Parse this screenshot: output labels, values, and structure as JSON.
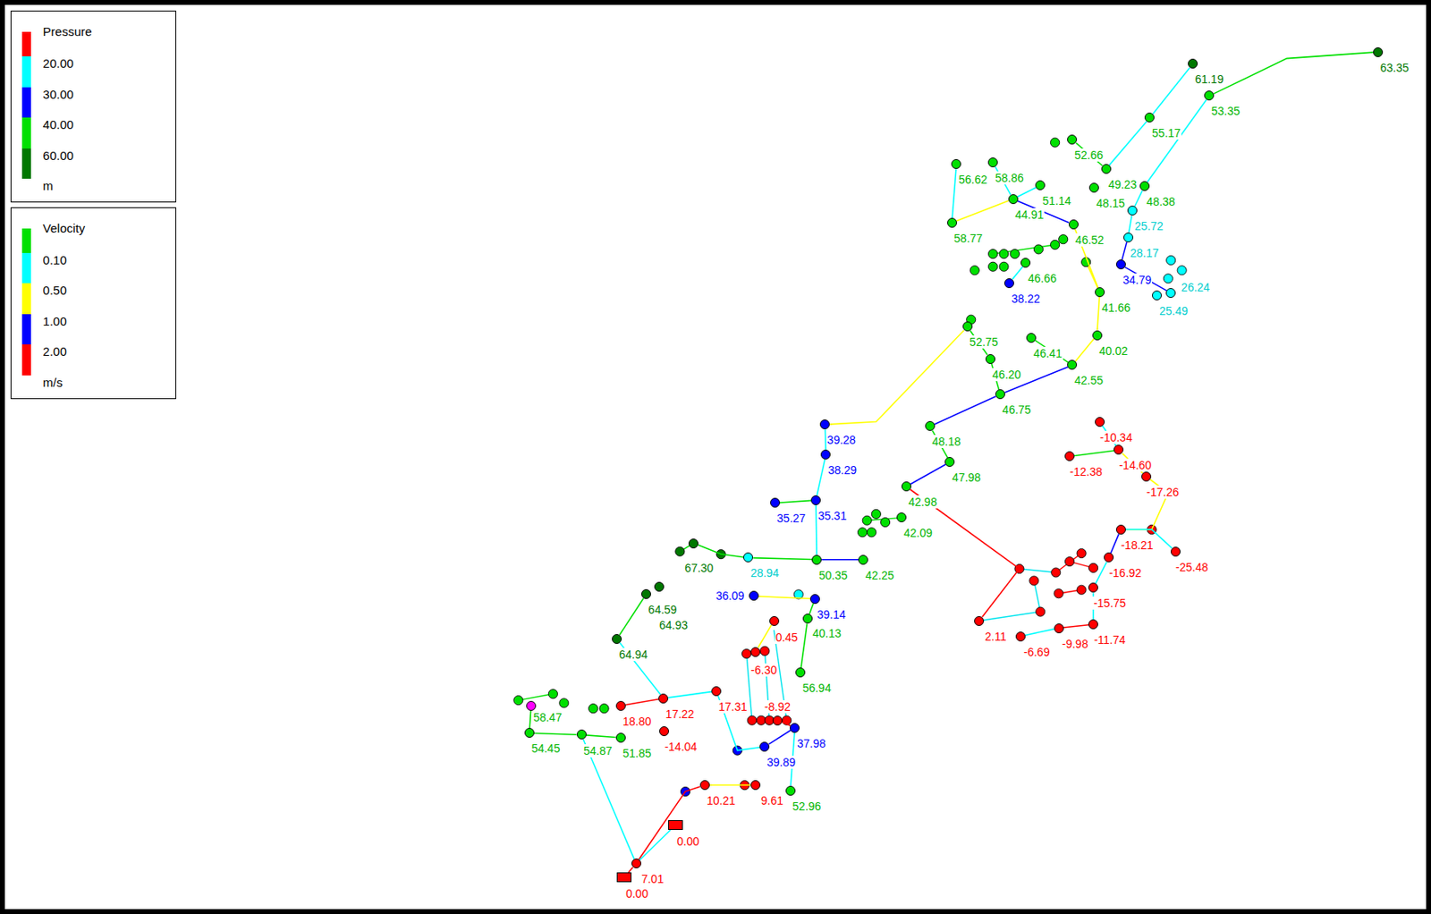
{
  "diagram": {
    "nodes": [
      {
        "text": [
          "63.35"
        ]
      },
      {
        "text": [
          "61.19"
        ]
      },
      {
        "text": [
          "53.35"
        ]
      },
      {
        "text": [
          "55.17"
        ]
      },
      {
        "text": [
          "52.66"
        ]
      },
      {
        "text": [
          "56.62"
        ]
      },
      {
        "text": [
          "58.86"
        ]
      },
      {
        "text": [
          "49.23"
        ]
      },
      {
        "text": [
          "51.14"
        ]
      },
      {
        "text": [
          "48.38"
        ]
      },
      {
        "text": [
          "48.15"
        ]
      },
      {
        "text": [
          "44.91"
        ]
      },
      {
        "text": [
          "25.72"
        ]
      },
      {
        "text": [
          "58.77"
        ]
      },
      {
        "text": [
          "46.52"
        ]
      },
      {
        "text": [
          "28.17"
        ]
      },
      {
        "text": [
          "46.66"
        ]
      },
      {
        "text": [
          "34.79"
        ]
      },
      {
        "text": [
          "38.22"
        ]
      },
      {
        "text": [
          "26.24"
        ]
      },
      {
        "text": [
          "41.66"
        ]
      },
      {
        "text": [
          "25.49"
        ]
      },
      {
        "text": [
          "52.75"
        ]
      },
      {
        "text": [
          "46.41"
        ]
      },
      {
        "text": [
          "40.02"
        ]
      },
      {
        "text": [
          "46.20"
        ]
      },
      {
        "text": [
          "42.55"
        ]
      },
      {
        "text": [
          "46.75"
        ]
      },
      {
        "text": [
          "-10.34"
        ]
      },
      {
        "text": [
          "39.28"
        ]
      },
      {
        "text": [
          "48.18"
        ]
      },
      {
        "text": [
          "-14.60"
        ]
      },
      {
        "text": [
          "38.29"
        ]
      },
      {
        "text": [
          "-12.38"
        ]
      },
      {
        "text": [
          "47.98"
        ]
      },
      {
        "text": [
          "-17.26"
        ]
      },
      {
        "text": [
          "42.98"
        ]
      },
      {
        "text": [
          "35.31"
        ]
      },
      {
        "text": [
          "35.27"
        ]
      },
      {
        "text": [
          "42.09"
        ]
      },
      {
        "text": [
          "-18.21"
        ]
      },
      {
        "text": [
          "67.30"
        ]
      },
      {
        "text": [
          "-25.48"
        ]
      },
      {
        "text": [
          "-16.92"
        ]
      },
      {
        "text": [
          "28.94"
        ]
      },
      {
        "text": [
          "50.35"
        ]
      },
      {
        "text": [
          "42.25"
        ]
      },
      {
        "text": [
          "2.11"
        ]
      },
      {
        "text": [
          "64.59"
        ]
      },
      {
        "text": [
          "-15.75"
        ]
      },
      {
        "text": [
          "36.09"
        ]
      },
      {
        "text": [
          "39.14"
        ]
      },
      {
        "text": [
          "64.93"
        ]
      },
      {
        "text": [
          "40.13"
        ]
      },
      {
        "text": [
          "0.45"
        ]
      },
      {
        "text": [
          "-11.74"
        ]
      },
      {
        "text": [
          "-9.98"
        ]
      },
      {
        "text": [
          "-6.69"
        ]
      },
      {
        "text": [
          "64.94"
        ]
      },
      {
        "text": [
          "-6.30"
        ]
      },
      {
        "text": [
          "56.94"
        ]
      },
      {
        "text": [
          "17.31"
        ]
      },
      {
        "text": [
          "17.22"
        ]
      },
      {
        "text": [
          "58.47"
        ]
      },
      {
        "text": [
          "18.80"
        ]
      },
      {
        "text": [
          "-8.92"
        ]
      },
      {
        "text": [
          "37.98"
        ]
      },
      {
        "text": [
          "54.45"
        ]
      },
      {
        "text": [
          "-14.04"
        ]
      },
      {
        "text": [
          "54.87"
        ]
      },
      {
        "text": [
          "51.85"
        ]
      },
      {
        "text": [
          "39.89"
        ]
      },
      {
        "text": [
          "10.21"
        ]
      },
      {
        "text": [
          "9.61"
        ]
      },
      {
        "text": [
          "52.96"
        ]
      },
      {
        "text": [
          "0.00"
        ]
      },
      {
        "text": [
          "7.01"
        ]
      },
      {
        "text": [
          "0.00"
        ]
      }
    ],
    "edges": [
      {
        "from": 0,
        "to": 2,
        "arrow": "none"
      },
      {
        "from": 1,
        "to": 3,
        "arrow": "none"
      },
      {
        "from": 2,
        "to": 9,
        "arrow": "none"
      },
      {
        "from": 3,
        "to": 7,
        "arrow": "none"
      },
      {
        "from": 4,
        "to": 7,
        "arrow": "none"
      },
      {
        "from": 5,
        "to": 13,
        "arrow": "none"
      },
      {
        "from": 6,
        "to": 11,
        "arrow": "none"
      },
      {
        "from": 13,
        "to": 11,
        "arrow": "none"
      },
      {
        "from": 8,
        "to": 11,
        "arrow": "none"
      },
      {
        "from": 11,
        "to": 14,
        "arrow": "none"
      },
      {
        "from": 12,
        "to": 15,
        "arrow": "none"
      },
      {
        "from": 9,
        "to": 12,
        "arrow": "none"
      },
      {
        "from": 15,
        "to": 17,
        "arrow": "none"
      },
      {
        "from": 17,
        "to": 19,
        "arrow": "none"
      },
      {
        "from": 16,
        "to": 18,
        "arrow": "none"
      },
      {
        "from": 14,
        "to": 20,
        "arrow": "none"
      },
      {
        "from": 20,
        "to": 24,
        "arrow": "none"
      },
      {
        "from": 24,
        "to": 26,
        "arrow": "none"
      },
      {
        "from": 26,
        "to": 27,
        "arrow": "none"
      },
      {
        "from": 22,
        "to": 25,
        "arrow": "none"
      },
      {
        "from": 25,
        "to": 27,
        "arrow": "none"
      },
      {
        "from": 27,
        "to": 30,
        "arrow": "none"
      },
      {
        "from": 30,
        "to": 34,
        "arrow": "none"
      },
      {
        "from": 34,
        "to": 36,
        "arrow": "none"
      },
      {
        "from": 36,
        "to": 47,
        "arrow": "none"
      },
      {
        "from": 22,
        "to": 29,
        "arrow": "none"
      },
      {
        "from": 29,
        "to": 32,
        "arrow": "none"
      },
      {
        "from": 32,
        "to": 37,
        "arrow": "none"
      },
      {
        "from": 38,
        "to": 37,
        "arrow": "none"
      },
      {
        "from": 37,
        "to": 45,
        "arrow": "none"
      },
      {
        "from": 45,
        "to": 46,
        "arrow": "none"
      },
      {
        "from": 44,
        "to": 45,
        "arrow": "none"
      },
      {
        "from": 41,
        "to": 44,
        "arrow": "none"
      },
      {
        "from": 50,
        "to": 51,
        "arrow": "none"
      },
      {
        "from": 51,
        "to": 53,
        "arrow": "none"
      },
      {
        "from": 53,
        "to": 60,
        "arrow": "none"
      },
      {
        "from": 58,
        "to": 48,
        "arrow": "none"
      },
      {
        "from": 58,
        "to": 62,
        "arrow": "none"
      },
      {
        "from": 62,
        "to": 61,
        "arrow": "none"
      },
      {
        "from": 64,
        "to": 62,
        "arrow": "none"
      },
      {
        "from": 61,
        "to": 71,
        "arrow": "none"
      },
      {
        "from": 71,
        "to": 66,
        "arrow": "none"
      },
      {
        "from": 65,
        "to": 66,
        "arrow": "none"
      },
      {
        "from": 66,
        "to": 74,
        "arrow": "none"
      },
      {
        "from": 72,
        "to": 73,
        "arrow": "none"
      },
      {
        "from": 76,
        "to": 72,
        "arrow": "none"
      },
      {
        "from": 76,
        "to": 75,
        "arrow": "none"
      },
      {
        "from": 77,
        "to": 76,
        "arrow": "none"
      },
      {
        "from": 69,
        "to": 76,
        "arrow": "none"
      },
      {
        "from": 67,
        "to": 69,
        "arrow": "none"
      },
      {
        "from": 69,
        "to": 70,
        "arrow": "none"
      },
      {
        "from": 63,
        "to": 67,
        "arrow": "none"
      },
      {
        "from": 33,
        "to": 31,
        "arrow": "none"
      },
      {
        "from": 28,
        "to": 31,
        "arrow": "none"
      },
      {
        "from": 31,
        "to": 35,
        "arrow": "none"
      },
      {
        "from": 35,
        "to": 40,
        "arrow": "none"
      },
      {
        "from": 40,
        "to": 43,
        "arrow": "none"
      },
      {
        "from": 43,
        "to": 49,
        "arrow": "none"
      },
      {
        "from": 49,
        "to": 55,
        "arrow": "none"
      },
      {
        "from": 56,
        "to": 55,
        "arrow": "none"
      },
      {
        "from": 57,
        "to": 56,
        "arrow": "none"
      },
      {
        "from": 42,
        "to": 40,
        "arrow": "none"
      },
      {
        "from": 59,
        "to": 54,
        "arrow": "none"
      },
      {
        "from": 23,
        "to": 26,
        "arrow": "none"
      }
    ],
    "labels": [
      "Pressure",
      "Velocity"
    ],
    "legend": [
      {
        "text": "20.00",
        "color": "#ff0000"
      },
      {
        "text": "30.00",
        "color": "#00ffff"
      },
      {
        "text": "40.00",
        "color": "#0000ff"
      },
      {
        "text": "60.00",
        "color": "#00e000"
      },
      {
        "text": "m",
        "color": "#007800"
      },
      {
        "text": "0.10",
        "color": "#00e000"
      },
      {
        "text": "0.50",
        "color": "#00ffff"
      },
      {
        "text": "1.00",
        "color": "#ffff00"
      },
      {
        "text": "2.00",
        "color": "#0000ff"
      },
      {
        "text": "m/s",
        "color": "#ff0000"
      }
    ]
  }
}
